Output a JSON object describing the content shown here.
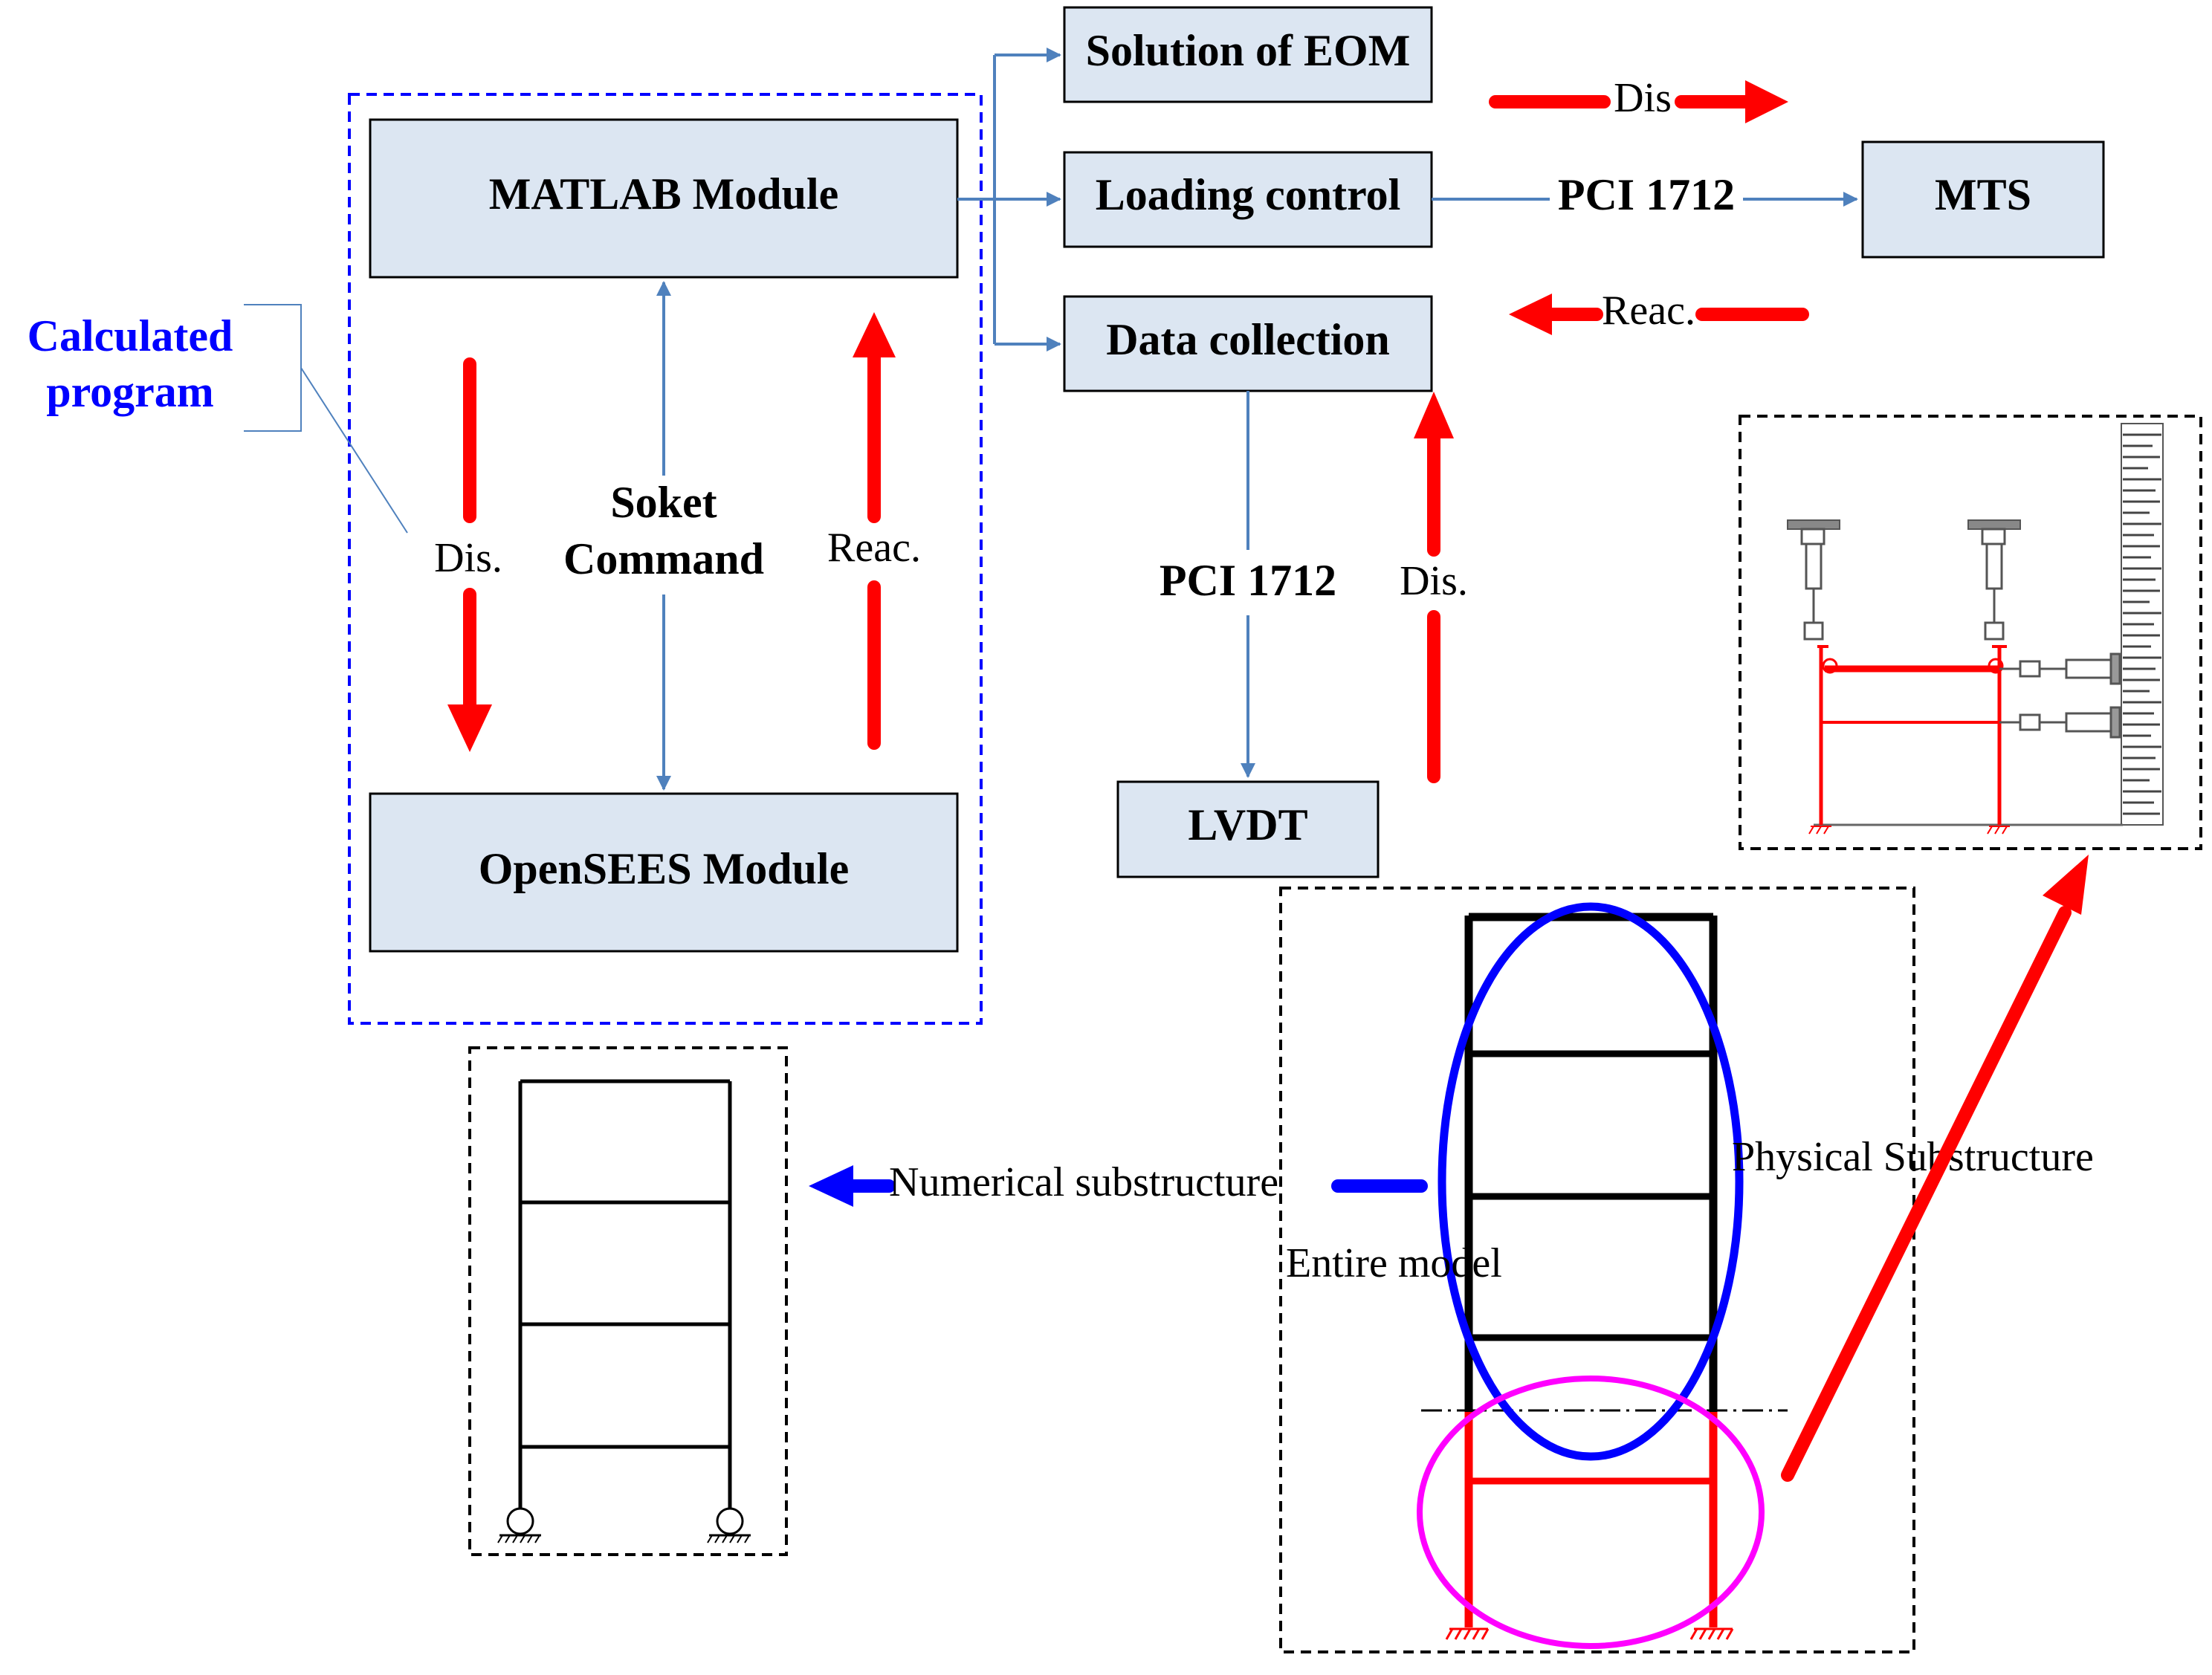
{
  "boxes": {
    "matlab": "MATLAB Module",
    "opensees": "OpenSEES Module",
    "eom": "Solution of EOM",
    "loading": "Loading control",
    "data": "Data collection",
    "mts": "MTS",
    "lvdt": "LVDT"
  },
  "labels": {
    "calc_line1": "Calculated",
    "calc_line2": "program",
    "socket_line1": "Soket",
    "socket_line2": "Command",
    "dis_left": "Dis.",
    "reac_left": "Reac.",
    "dis_top": "Dis",
    "reac_top": "Reac.",
    "pci_horizontal": "PCI 1712",
    "pci_vertical": "PCI 1712",
    "dis_vertical": "Dis.",
    "numerical": "Numerical substructure",
    "physical": "Physical Substructure",
    "entire": "Entire model"
  },
  "colors": {
    "box_fill": "#dce6f2",
    "connector": "#4f81bd",
    "red": "#ff0000",
    "blue": "#0000ff",
    "magenta": "#ff00ff",
    "black": "#000000"
  },
  "icons": {
    "numerical_frame": "four-storey-frame-pinned",
    "physical_setup": "actuator-test-rig",
    "entire_frame": "five-storey-frame-fixed"
  }
}
